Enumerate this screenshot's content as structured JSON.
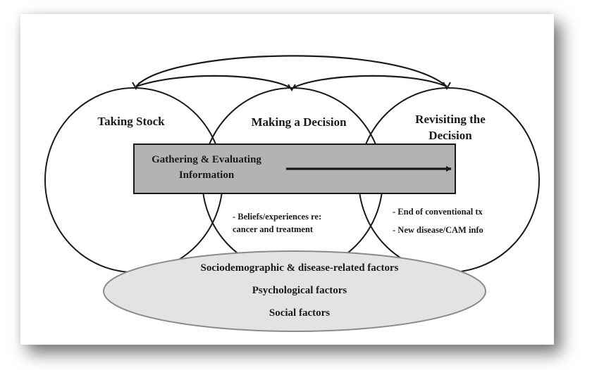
{
  "diagram": {
    "phases": [
      {
        "id": "taking-stock",
        "lines": [
          "Taking Stock"
        ]
      },
      {
        "id": "making-decision",
        "lines": [
          "Making a Decision"
        ]
      },
      {
        "id": "revisiting-decision",
        "lines": [
          "Revisiting the",
          "Decision"
        ]
      }
    ],
    "process_box": {
      "lines": [
        "Gathering & Evaluating",
        "Information"
      ]
    },
    "making_decision_notes": [
      "- Beliefs/experiences re:",
      "cancer and treatment"
    ],
    "revisiting_notes": [
      "- End of conventional tx",
      "- New disease/CAM info"
    ],
    "factors": [
      "Sociodemographic & disease-related factors",
      "Psychological factors",
      "Social factors"
    ],
    "connections": [
      {
        "from": "revisiting-decision",
        "to": "taking-stock",
        "label": ""
      },
      {
        "from": "revisiting-decision",
        "to": "making-decision",
        "label": ""
      },
      {
        "from": "making-decision",
        "to": "taking-stock",
        "label": ""
      }
    ],
    "colors": {
      "line": "#1a1a1a",
      "process_box_fill": "#b3b3b3",
      "factor_ellipse_fill": "#e3e3e3",
      "factor_ellipse_stroke": "#8a8a8a"
    }
  }
}
